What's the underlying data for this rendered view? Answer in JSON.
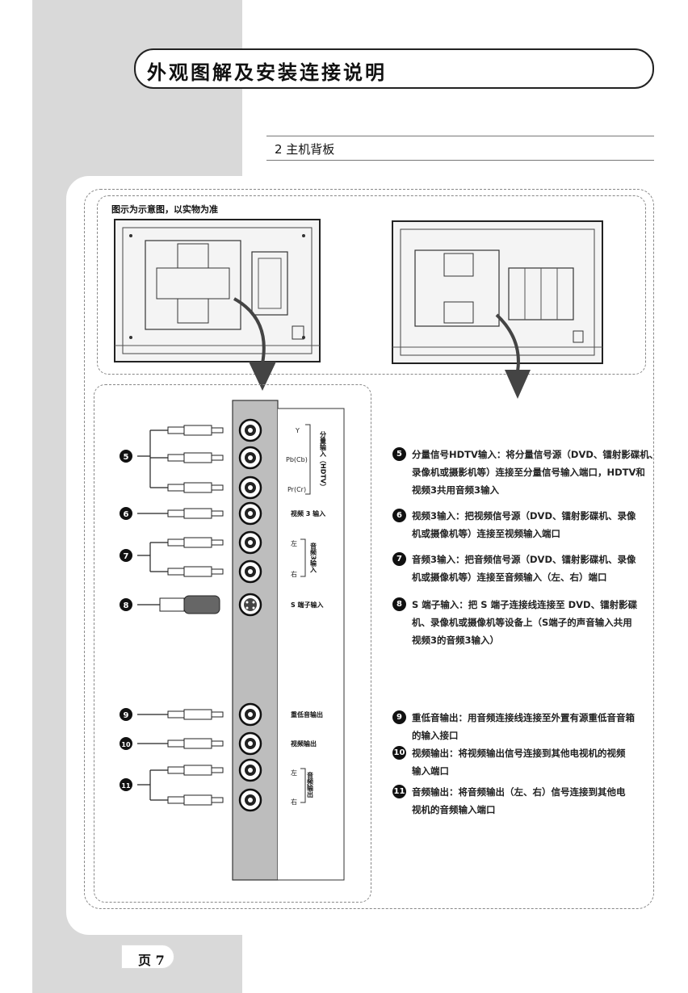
{
  "header": {
    "title": "外观图解及安装连接说明"
  },
  "section": {
    "title": "2 主机背板"
  },
  "note": "图示为示意图，以实物为准",
  "panel": {
    "labels": {
      "y": "Y",
      "pb": "Pb(Cb)",
      "pr": "Pr(Cr)",
      "component": "分量输入（HDTV）",
      "video3": "视频 3 输入",
      "left": "左",
      "right": "右",
      "audio3": "音频3输入",
      "s_in": "S 端子输入",
      "sub_out": "重低音输出",
      "video_out": "视频输出",
      "audio_out": "音频输出"
    },
    "callouts": [
      "❺",
      "❻",
      "❼",
      "❽",
      "❾",
      "❿",
      "⓫"
    ]
  },
  "descriptions": [
    {
      "num": "5",
      "lines": [
        "分量信号HDTV输入：将分量信号源（DVD、镭射影碟机、",
        "录像机或摄影机等）连接至分量信号输入端口，HDTV和",
        "视频3共用音频3输入"
      ]
    },
    {
      "num": "6",
      "lines": [
        "视频3输入：把视频信号源（DVD、镭射影碟机、录像",
        "机或摄像机等）连接至视频输入端口"
      ]
    },
    {
      "num": "7",
      "lines": [
        "音频3输入：把音频信号源（DVD、镭射影碟机、录像",
        "机或摄像机等）连接至音频输入（左、右）端口"
      ]
    },
    {
      "num": "8",
      "lines": [
        "S 端子输入：把 S 端子连接线连接至 DVD、镭射影碟",
        "机、录像机或摄像机等设备上（S端子的声音输入共用",
        "视频3的音频3输入）"
      ]
    },
    {
      "num": "9",
      "lines": [
        "重低音输出：用音频连接线连接至外置有源重低音音箱",
        "的输入接口"
      ]
    },
    {
      "num": "10",
      "lines": [
        "视频输出：将视频输出信号连接到其他电视机的视频",
        "输入端口"
      ]
    },
    {
      "num": "11",
      "lines": [
        "音频输出：将音频输出（左、右）信号连接到其他电",
        "视机的音频输入端口"
      ]
    }
  ],
  "footer": {
    "page_label": "页 7"
  }
}
